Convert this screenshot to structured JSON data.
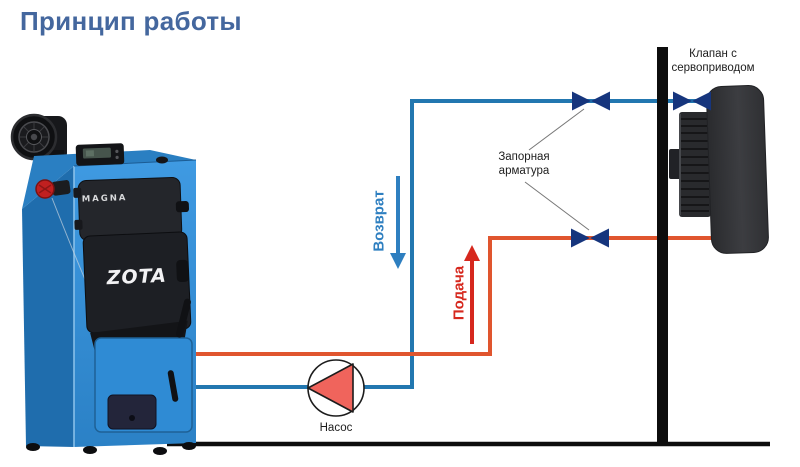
{
  "title": "Принцип работы",
  "labels": {
    "return_flow": "Возврат",
    "supply_flow": "Подача",
    "pump": "Насос",
    "shutoff_valves": "Запорная арматура",
    "servo_valve": "Клапан с сервоприводом"
  },
  "boiler": {
    "brand": "ZOTA",
    "model": "MAGNA"
  },
  "icons": {
    "valve": "bowtie-valve-icon",
    "pump": "circle-with-triangle-pump-icon",
    "return_arrow": "arrow-down",
    "supply_arrow": "arrow-up"
  },
  "colors": {
    "title_text": "#44679e",
    "return_pipe": "#2277b0",
    "supply_pipe": "#e0552e",
    "return_accent": "#2e7fc0",
    "supply_accent": "#d6281e",
    "valve": "#16357d",
    "structure": "#0d0d0d",
    "boiler_blue": "#2f8ed8",
    "pump_impeller": "#f0645c"
  }
}
